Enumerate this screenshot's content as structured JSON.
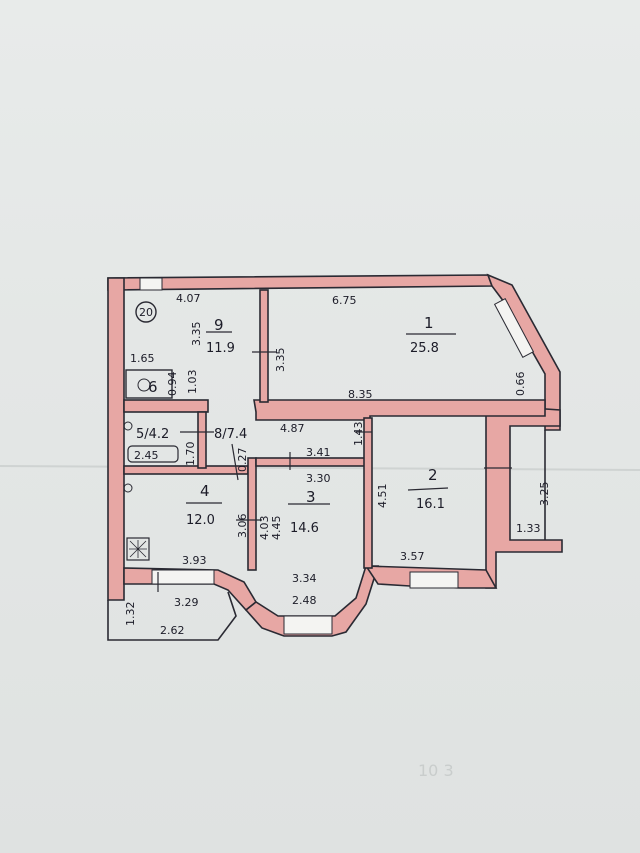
{
  "plan": {
    "room_1": {
      "number": "1",
      "area": "25.8",
      "dim_top": "6.75",
      "dim_bottom": "8.35",
      "dim_side": "0.66"
    },
    "room_2": {
      "number": "2",
      "area": "16.1",
      "dim_bottom": "3.57",
      "dim_left": "4.51",
      "dim_top": "1.43"
    },
    "room_3": {
      "number": "3",
      "area": "14.6",
      "dim_top_a": "3.41",
      "dim_top_b": "3.30",
      "dim_left_a": "4.03",
      "dim_left_b": "4.45",
      "dim_bottom_a": "3.34",
      "dim_bottom_b": "2.48"
    },
    "room_4": {
      "number": "4",
      "area": "12.0",
      "dim_bottom": "3.93",
      "dim_right": "3.06"
    },
    "room_5": {
      "label": "5/4.2",
      "dim_a": "2.45",
      "dim_b": "1.70"
    },
    "room_6": {
      "number": "6",
      "dim_a": "1.65",
      "dim_b": "1.03",
      "dim_c": "0.94"
    },
    "room_8": {
      "label": "8/7.4",
      "dim_a": "4.87",
      "dim_b": "0.27"
    },
    "room_9": {
      "number": "9",
      "area": "11.9",
      "dim_top": "4.07",
      "dim_left": "3.35",
      "dim_right": "3.35"
    },
    "room_20": {
      "number": "20"
    },
    "balcony_left": {
      "dim_top": "3.29",
      "dim_bottom": "2.62",
      "dim_left": "1.32"
    },
    "balcony_right": {
      "dim_side": "3.25",
      "dim_bottom": "1.33"
    },
    "watermark": "10 3"
  }
}
